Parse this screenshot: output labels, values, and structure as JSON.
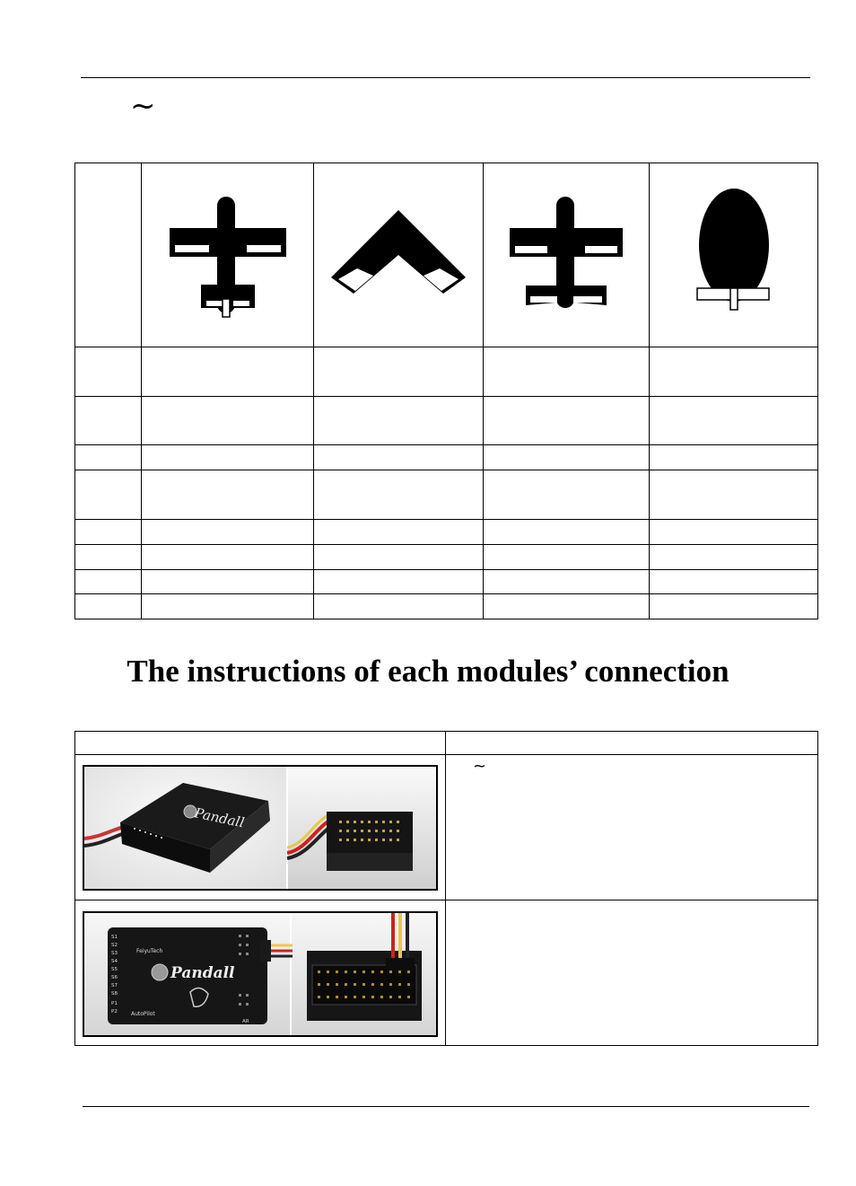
{
  "page": {
    "top_tilde": "~",
    "heading": "The instructions of each modules’ connection"
  },
  "aircraft_table": {
    "icons": [
      "conventional-airplane-icon",
      "flying-wing-icon",
      "v-tail-airplane-icon",
      "airship-icon"
    ],
    "rows": [
      [
        "",
        "",
        "",
        "",
        ""
      ],
      [
        "",
        "",
        "",
        "",
        ""
      ],
      [
        "",
        "",
        "",
        "",
        ""
      ],
      [
        "",
        "",
        "",
        "",
        ""
      ],
      [
        "",
        "",
        "",
        "",
        ""
      ],
      [
        "",
        "",
        "",
        "",
        ""
      ],
      [
        "",
        "",
        "",
        "",
        ""
      ],
      [
        "",
        "",
        "",
        "",
        ""
      ]
    ]
  },
  "connection_table": {
    "header": [
      "",
      ""
    ],
    "row1_text_tilde": "~",
    "photos": [
      "pandaii-autopilot-side-photo",
      "connector-cable-photo",
      "pandaii-autopilot-top-photo",
      "pin-header-cable-photo"
    ],
    "autopilot_labels": {
      "brand": "Pandall",
      "maker": "FeiyuTech",
      "model": "AutoPilot",
      "pins_left": [
        "S1",
        "S2",
        "S3",
        "S4",
        "S5",
        "S6",
        "S7",
        "S8",
        "P1",
        "P2"
      ],
      "side_label": "AR"
    }
  }
}
